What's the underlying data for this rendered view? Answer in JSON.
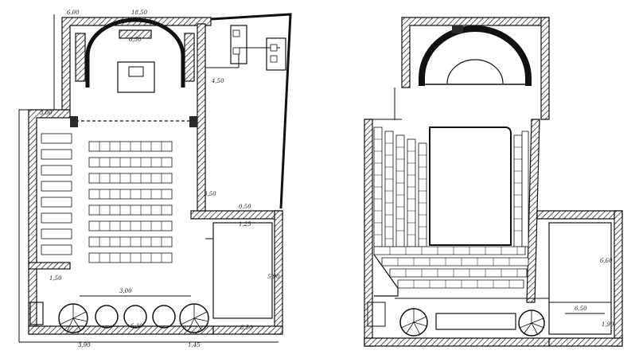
{
  "plans": {
    "left": {
      "dimensions": {
        "top_width": "18,50",
        "top_prefix": "6,00",
        "apse_width": "6,50",
        "upper_right": "4,50",
        "left_side": "3,00",
        "mid_right": "0,50",
        "lower_right": "1,25",
        "stage_width": "3,00",
        "bottom_right": "8,50",
        "center_right": "3,50",
        "right_height": "5,90",
        "nave_length": "1,50",
        "stair_small": "6,30",
        "corner_a": "3,90",
        "corner_b": "1,45"
      }
    },
    "right": {
      "dimensions": {
        "right_height": "6,60",
        "bottom_a": "6,50",
        "bottom_b": "1,90"
      }
    }
  }
}
